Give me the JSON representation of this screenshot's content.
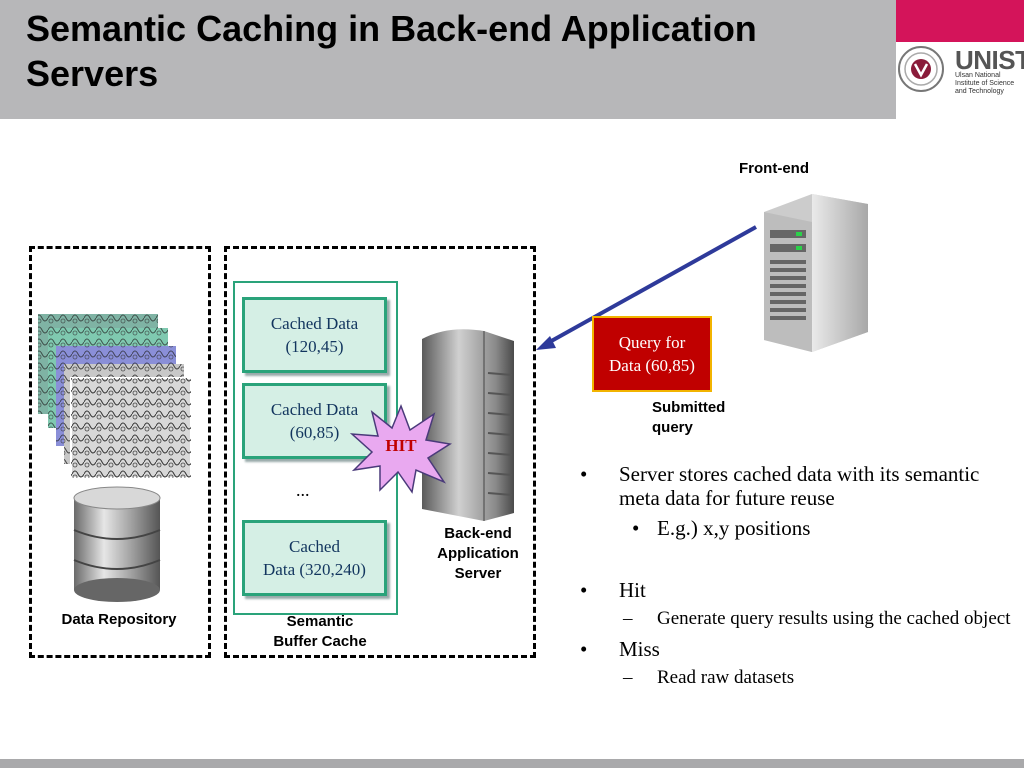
{
  "title": "Semantic Caching in Back-end Application Servers",
  "logo": {
    "text": "UNIST",
    "subtitle": "Ulsan National Institute of Science and Technology"
  },
  "diagram": {
    "cache_entries": [
      "Cached Data\n(120,45)",
      "Cached Data\n(60,85)",
      "Cached\nData (320,240)"
    ],
    "ellipsis": "...",
    "hit_label": "HIT",
    "data_repository_label": "Data Repository",
    "semantic_cache_label": "Semantic\nBuffer Cache",
    "backend_label": "Back-end\nApplication\nServer",
    "frontend_label": "Front-end",
    "query_box": "Query for\nData (60,85)",
    "submitted_label": "Submitted\nquery"
  },
  "bullets": {
    "b1": "Server stores cached data with its semantic meta data for future reuse",
    "b1_sub": "E.g.) x,y positions",
    "b2": "Hit",
    "b2_sub": "Generate query results using the cached object",
    "b3": "Miss",
    "b3_sub": "Read raw datasets"
  },
  "colors": {
    "accent_pink": "#d4145a",
    "title_bar": "#b7b7b9",
    "cache_green": "#2aa37a",
    "query_red": "#c00000",
    "arrow_blue": "#2e3a9a",
    "hit_violet": "#e9a9f0"
  }
}
